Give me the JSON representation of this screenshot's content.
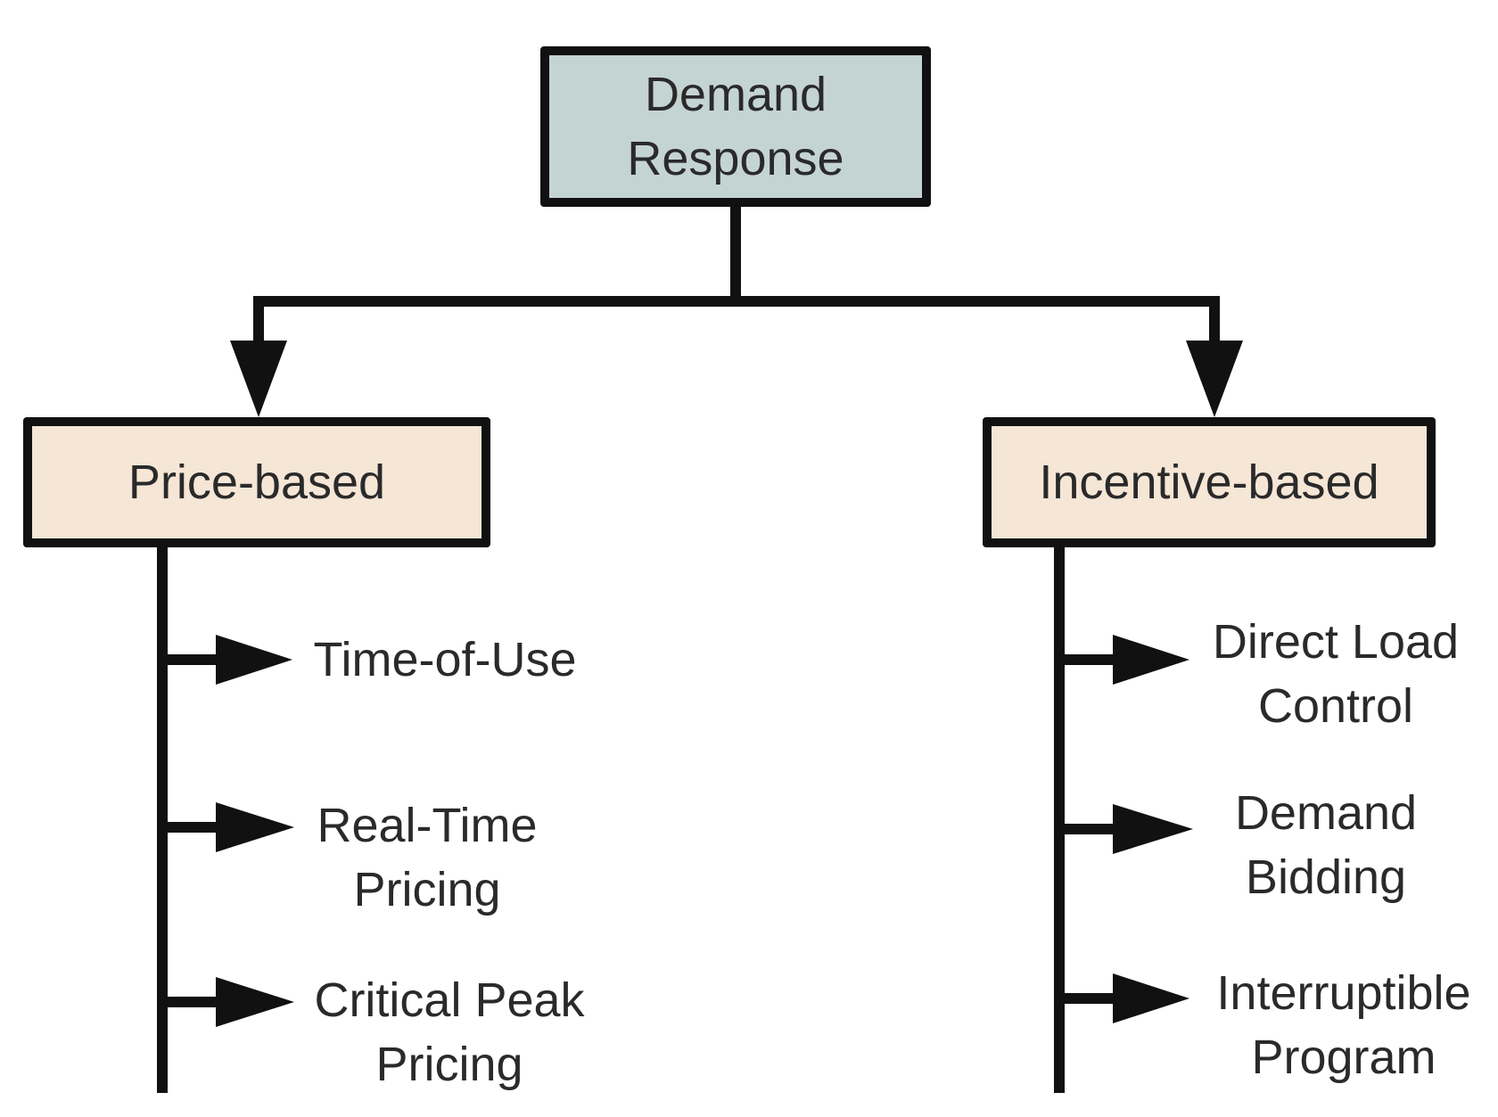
{
  "colors": {
    "root_fill": "#c4d4d2",
    "category_fill": "#f5e6d6",
    "line": "#111111",
    "text": "#2a2a2a"
  },
  "root": {
    "lines": [
      "Demand",
      "Response"
    ]
  },
  "categories": [
    {
      "label": "Price-based",
      "items": [
        {
          "lines": [
            "Time-of-Use"
          ]
        },
        {
          "lines": [
            "Real-Time",
            "Pricing"
          ]
        },
        {
          "lines": [
            "Critical Peak",
            "Pricing"
          ]
        }
      ]
    },
    {
      "label": "Incentive-based",
      "items": [
        {
          "lines": [
            "Direct Load",
            "Control"
          ]
        },
        {
          "lines": [
            "Demand",
            "Bidding"
          ]
        },
        {
          "lines": [
            "Interruptible",
            "Program"
          ]
        }
      ]
    }
  ]
}
